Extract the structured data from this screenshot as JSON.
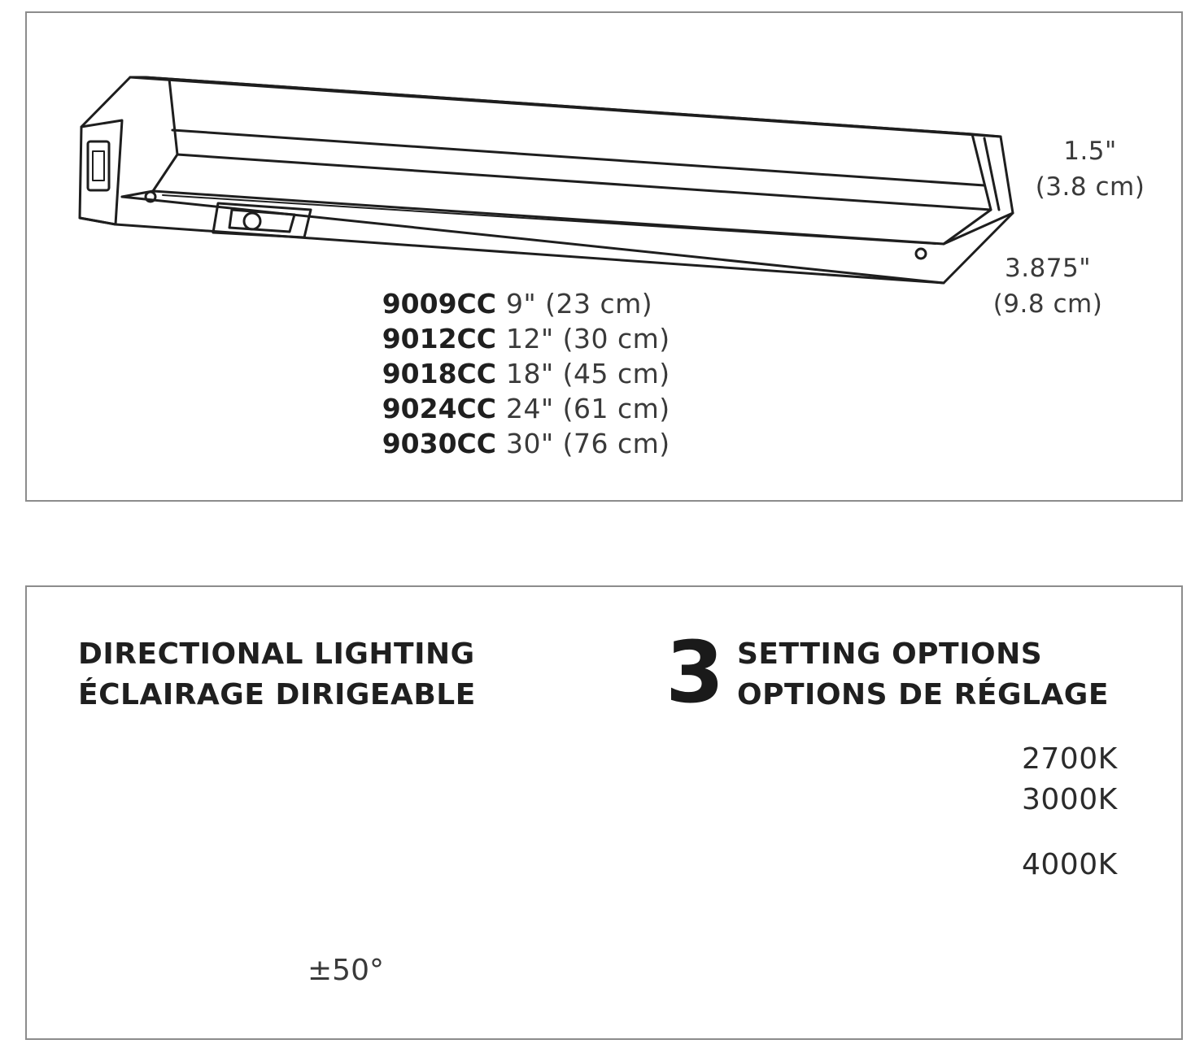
{
  "top_panel": {
    "height_dim": {
      "imperial": "1.5\"",
      "metric": "(3.8 cm)"
    },
    "depth_dim": {
      "imperial": "3.875\"",
      "metric": "(9.8 cm)"
    },
    "models": [
      {
        "code": "9009CC",
        "size": "9\" (23 cm)"
      },
      {
        "code": "9012CC",
        "size": "12\" (30 cm)"
      },
      {
        "code": "9018CC",
        "size": "18\" (45 cm)"
      },
      {
        "code": "9024CC",
        "size": "24\" (61 cm)"
      },
      {
        "code": "9030CC",
        "size": "30\" (76 cm)"
      }
    ]
  },
  "bottom_panel": {
    "directional": {
      "title_en": "DIRECTIONAL LIGHTING",
      "title_fr": "ÉCLAIRAGE DIRIGEABLE",
      "angle_label": "±50°"
    },
    "settings": {
      "count": "3",
      "title_en": "SETTING OPTIONS",
      "title_fr": "OPTIONS DE RÉGLAGE",
      "temperatures": [
        "2700K",
        "3000K",
        "4000K"
      ],
      "gradient_colors": [
        "#f7de2c",
        "#fbf3c4",
        "#ffffff",
        "#cde2f5"
      ]
    }
  }
}
